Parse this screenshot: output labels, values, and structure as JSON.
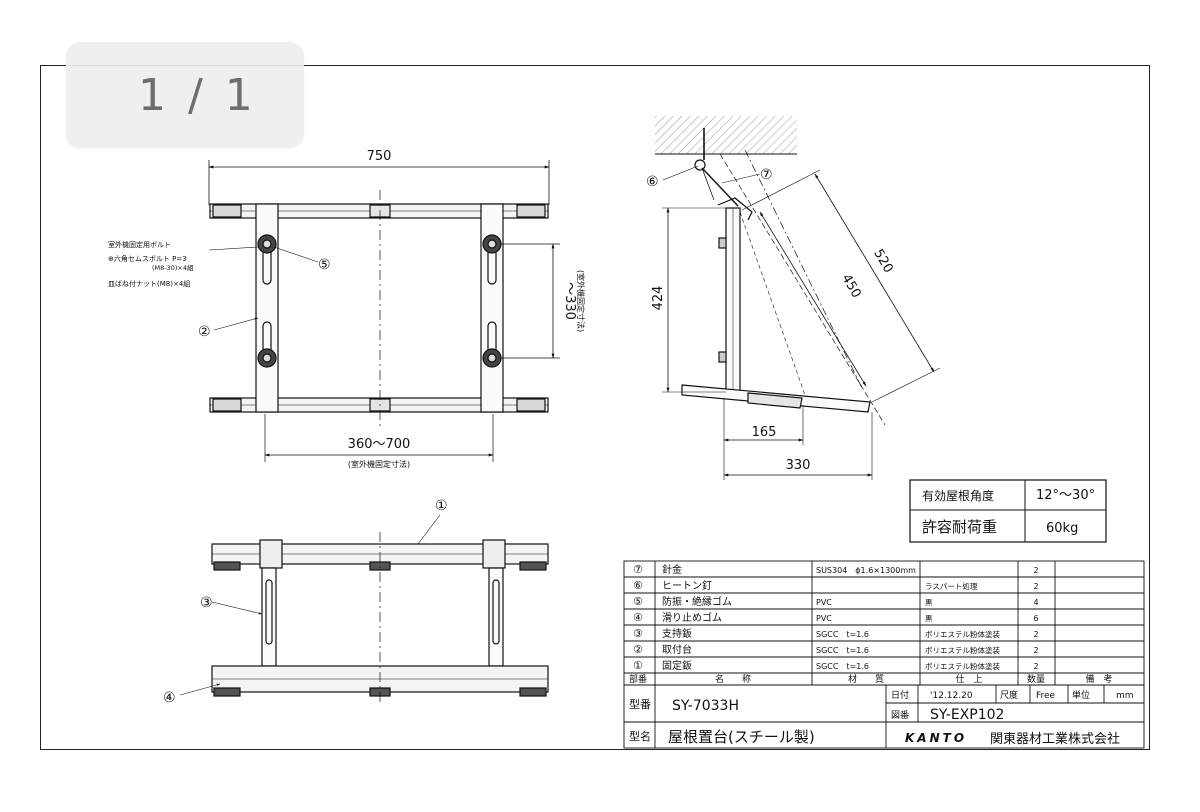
{
  "viewer": {
    "page_indicator": "1 / 1"
  },
  "front_view": {
    "dim_width": "750",
    "dim_span": "～330",
    "dim_span_note": "(室外機固定寸法)",
    "dim_bottom": "360～700",
    "dim_bottom_note": "(室外機固定寸法)",
    "bolt_note_title": "室外機固定用ボルト",
    "bolt_note_line1": "⊕六角セムスボルト P=3",
    "bolt_note_line2": "(M8-30)×4組",
    "bolt_note_line3": "皿ばね付ナット(M8)×4組",
    "callout_2": "②",
    "callout_5": "⑤"
  },
  "side_view": {
    "dim_height": "424",
    "dim_450": "450",
    "dim_520": "520",
    "dim_165": "165",
    "dim_330": "330",
    "callout_6": "⑥",
    "callout_7": "⑦"
  },
  "bottom_view": {
    "callout_1": "①",
    "callout_3": "③",
    "callout_4": "④"
  },
  "spec_box": {
    "angle_label": "有効屋根角度",
    "angle_value": "12°～30°",
    "load_label": "許容耐荷重",
    "load_value": "60kg"
  },
  "parts_table": {
    "rows": [
      {
        "no": "⑦",
        "name": "針金",
        "material": "SUS304　ϕ1.6×1300mm",
        "finish": "",
        "qty": "2",
        "note": ""
      },
      {
        "no": "⑥",
        "name": "ヒートン釘",
        "material": "",
        "finish": "ラスパート処理",
        "qty": "2",
        "note": ""
      },
      {
        "no": "⑤",
        "name": "防振・絶縁ゴム",
        "material": "PVC",
        "finish": "黒",
        "qty": "4",
        "note": ""
      },
      {
        "no": "④",
        "name": "滑り止めゴム",
        "material": "PVC",
        "finish": "黒",
        "qty": "6",
        "note": ""
      },
      {
        "no": "③",
        "name": "支持鈑",
        "material": "SGCC　t=1.6",
        "finish": "ポリエステル粉体塗装",
        "qty": "2",
        "note": ""
      },
      {
        "no": "②",
        "name": "取付台",
        "material": "SGCC　t=1.6",
        "finish": "ポリエステル粉体塗装",
        "qty": "2",
        "note": ""
      },
      {
        "no": "①",
        "name": "固定鈑",
        "material": "SGCC　t=1.6",
        "finish": "ポリエステル粉体塗装",
        "qty": "2",
        "note": ""
      }
    ],
    "header": {
      "bu": "部番",
      "name": "名　　称",
      "material": "材　　質",
      "finish": "仕　上",
      "qty": "数量",
      "note": "備　考"
    }
  },
  "title_block": {
    "model_label": "型番",
    "model_value": "SY-7033H",
    "date_label": "日付",
    "date_value": "'12.12.20",
    "scale_label": "尺度",
    "scale_value": "Free",
    "unit_label": "単位",
    "unit_value": "mm",
    "drawing_label": "図番",
    "drawing_value": "SY-EXP102",
    "product_label": "型名",
    "product_value": "屋根置台(スチール製)",
    "brand": "KANTO",
    "company": "関東器材工業株式会社"
  }
}
